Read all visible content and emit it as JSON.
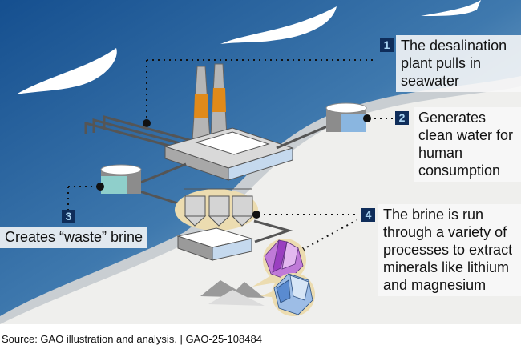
{
  "callouts": [
    {
      "number": "1",
      "text": "The desalination plant pulls in seawater"
    },
    {
      "number": "2",
      "text": "Generates clean water for human consumption"
    },
    {
      "number": "3",
      "text": "Creates “waste” brine"
    },
    {
      "number": "4",
      "text": "The brine is run through a variety of processes to extract minerals like lithium and magnesium"
    }
  ],
  "source": "Source: GAO illustration and analysis.  |  GAO-25-108484",
  "colors": {
    "badge_bg": "#0f2d5a",
    "badge_text": "#a9d4f2",
    "ocean_deep": "#1d5a97",
    "ocean_light": "#9fc6dc",
    "sand": "#eeeeec",
    "stack_band": "#e08a1a",
    "clean_water": "#8ab6e0",
    "brine": "#8fcfcb",
    "amethyst": "#b65fd0",
    "blue_crystal": "#8ab0e0"
  },
  "icons": [
    "ocean-waves-icon",
    "smokestack-icon",
    "plant-building-icon",
    "clean-water-tank-icon",
    "brine-tank-icon",
    "silo-icon",
    "processing-building-icon",
    "mineral-pile-icon",
    "purple-crystal-icon",
    "blue-crystal-icon"
  ]
}
